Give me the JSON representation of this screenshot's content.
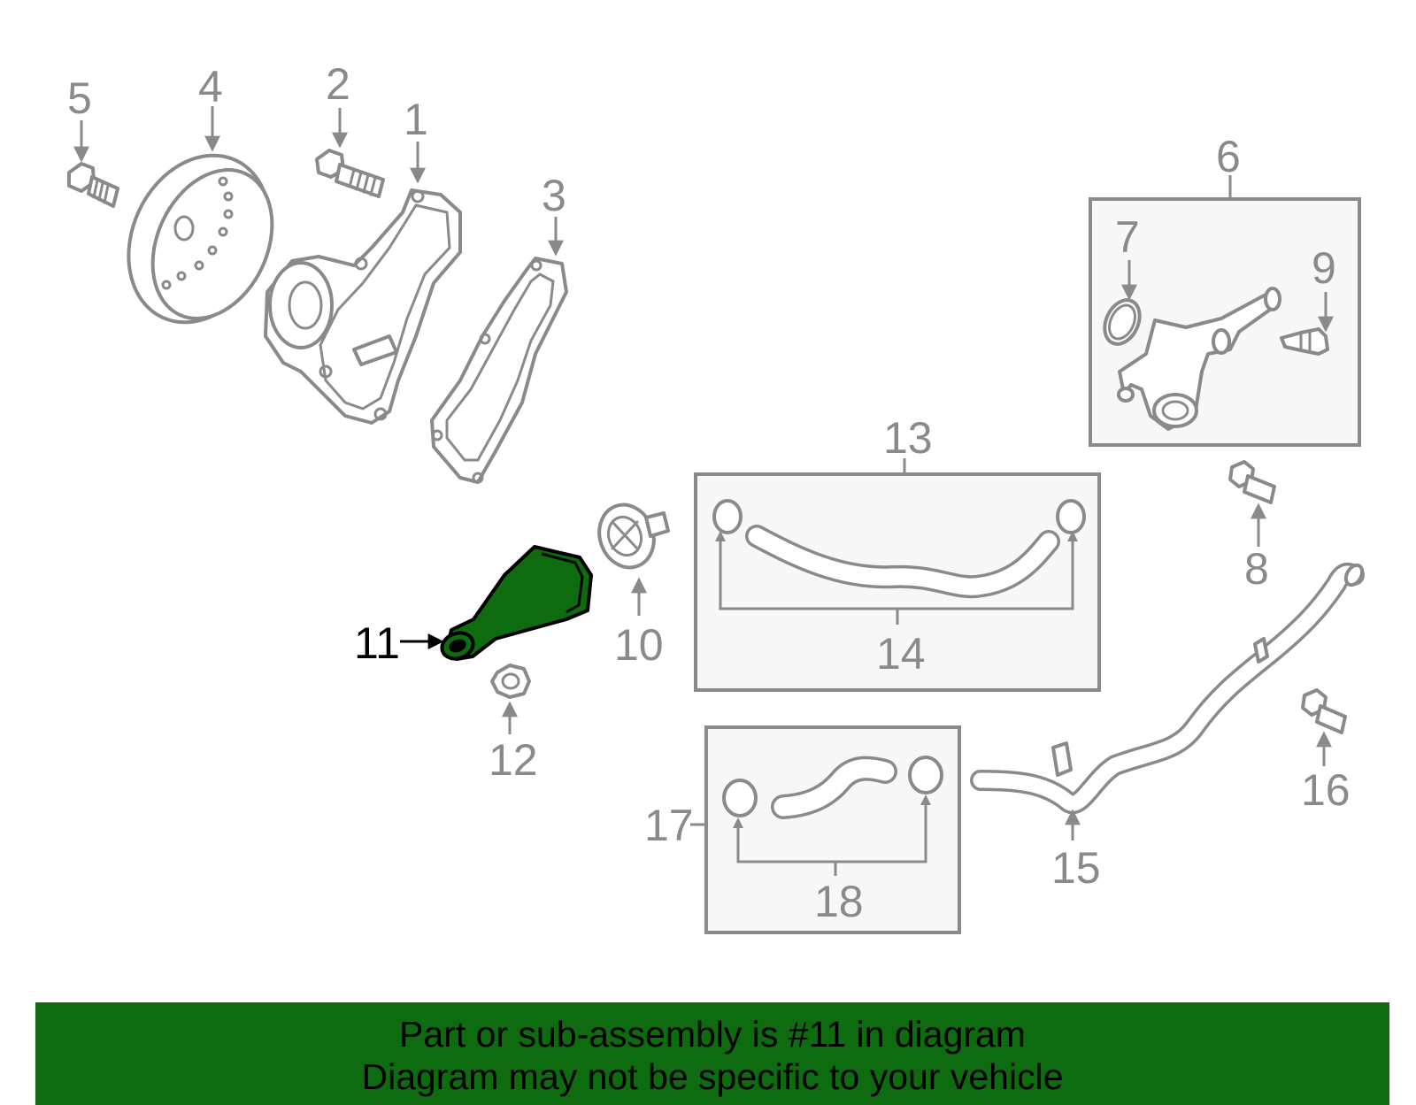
{
  "colors": {
    "part_gray": "#8a8a8a",
    "highlight_green": "#0f6b0f",
    "banner_green": "#0f6b0f",
    "box_fill": "#f7f7f7"
  },
  "highlighted_part": "11",
  "callouts": {
    "c1": "1",
    "c2": "2",
    "c3": "3",
    "c4": "4",
    "c5": "5",
    "c6": "6",
    "c7": "7",
    "c8": "8",
    "c9": "9",
    "c10": "10",
    "c11": "11",
    "c12": "12",
    "c13": "13",
    "c14": "14",
    "c15": "15",
    "c16": "16",
    "c17": "17",
    "c18": "18"
  },
  "banner": {
    "line1": "Part or sub-assembly is #11 in diagram",
    "line2": "Diagram may not be specific to your vehicle"
  }
}
